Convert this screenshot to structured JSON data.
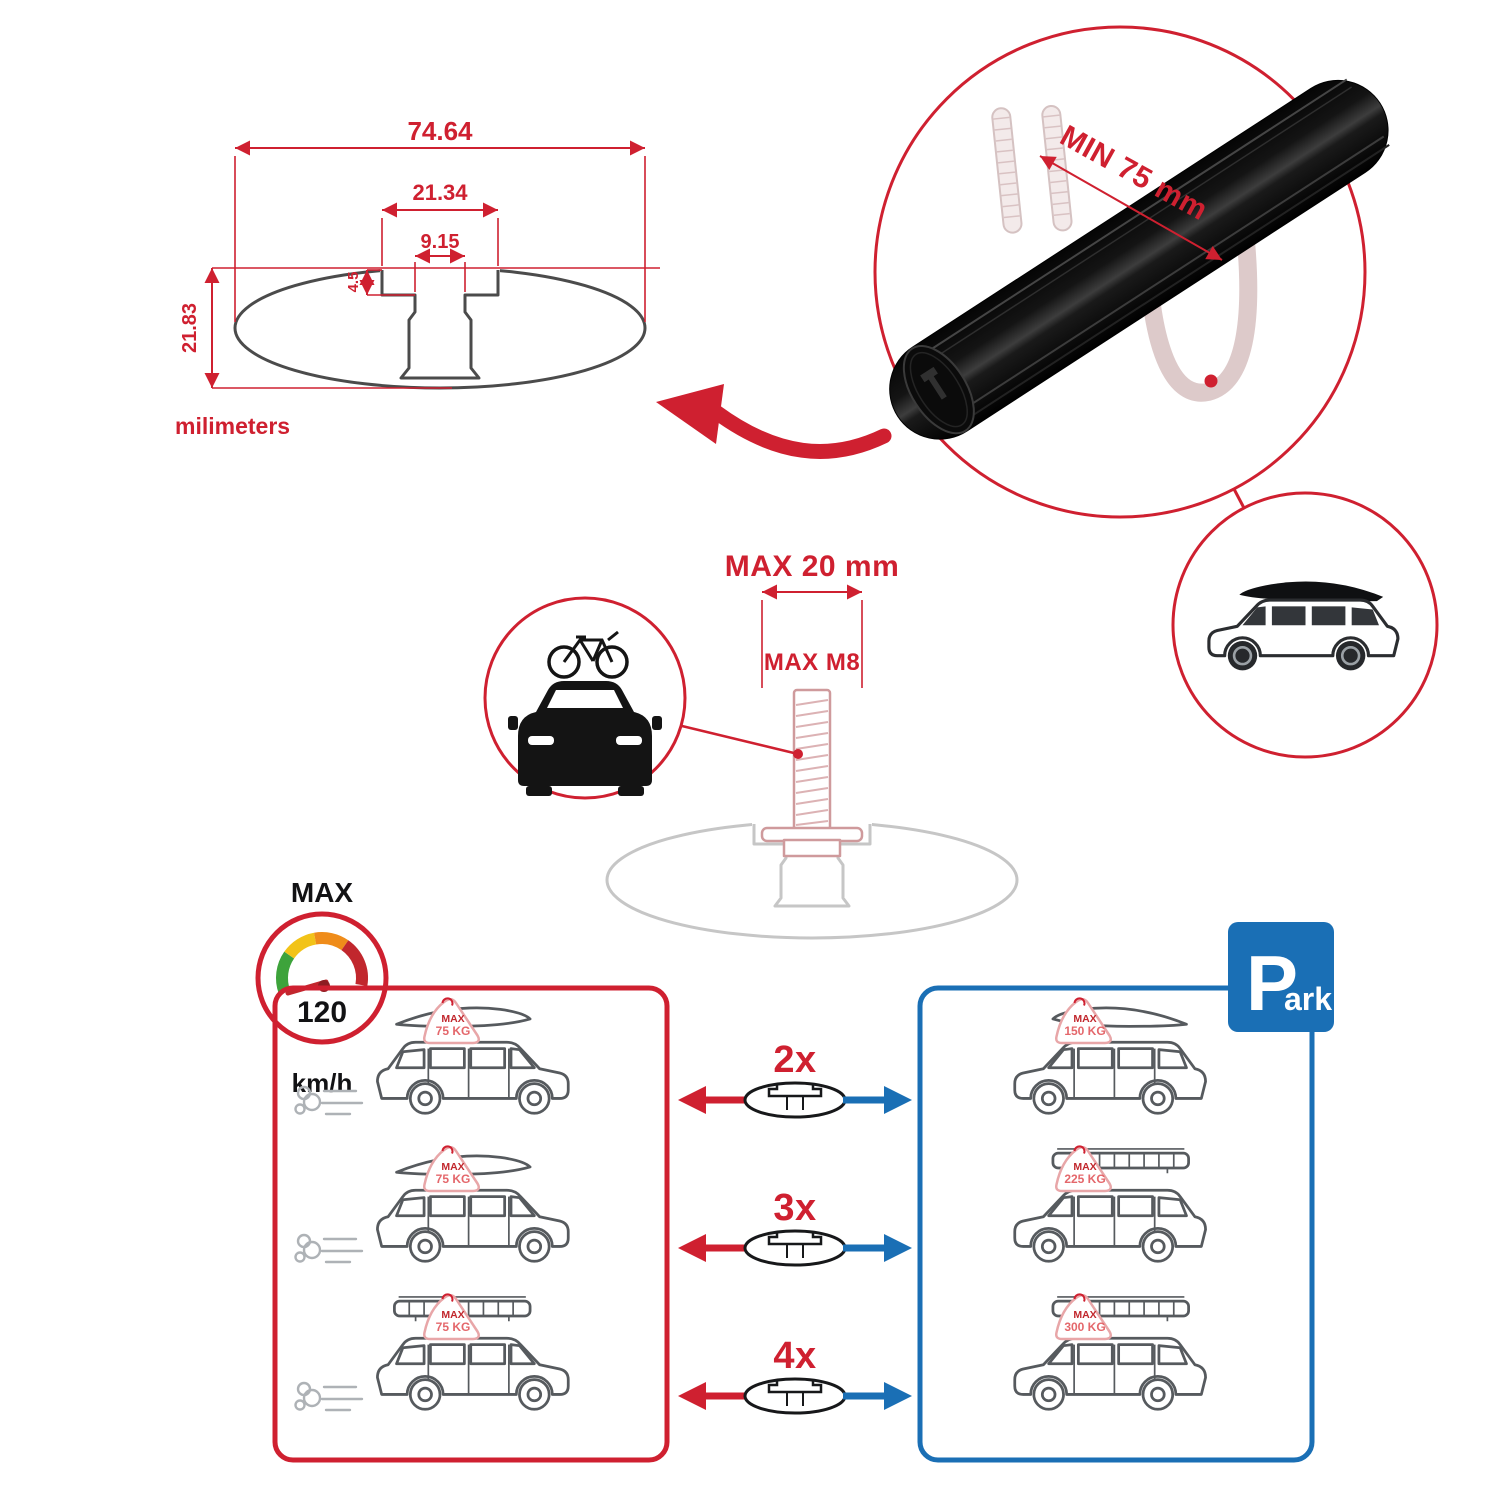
{
  "colors": {
    "red": "#cf2030",
    "blue": "#1a6fb5",
    "ink": "#1b1b1d",
    "car": "#565a5e",
    "ghost": "#d9c2c3",
    "bolt": "#cf9a9c",
    "gauge_green": "#3da33b",
    "gauge_yellow": "#f2c318",
    "gauge_orange": "#ef8c1a",
    "gauge_red": "#c1272d"
  },
  "cross_section": {
    "width_total": "74.64",
    "channel_width": "21.34",
    "slot_width": "9.15",
    "step_depth": "4.5",
    "height_total": "21.83",
    "units": "milimeters"
  },
  "bar_detail": {
    "min_span": "MIN 75 mm"
  },
  "mount_bolt": {
    "max_width": "MAX 20 mm",
    "max_thread": "MAX M8"
  },
  "speed_limit": {
    "label": "MAX",
    "value": "120",
    "unit": "km/h"
  },
  "parking_sign": {
    "letter": "P",
    "rest": "ark"
  },
  "load_rows": [
    {
      "count": "2x",
      "drive": {
        "label": "MAX",
        "value": "75 KG"
      },
      "park": {
        "label": "MAX",
        "value": "150 KG"
      }
    },
    {
      "count": "3x",
      "drive": {
        "label": "MAX",
        "value": "75 KG"
      },
      "park": {
        "label": "MAX",
        "value": "225 KG"
      }
    },
    {
      "count": "4x",
      "drive": {
        "label": "MAX",
        "value": "75 KG"
      },
      "park": {
        "label": "MAX",
        "value": "300 KG"
      }
    }
  ]
}
